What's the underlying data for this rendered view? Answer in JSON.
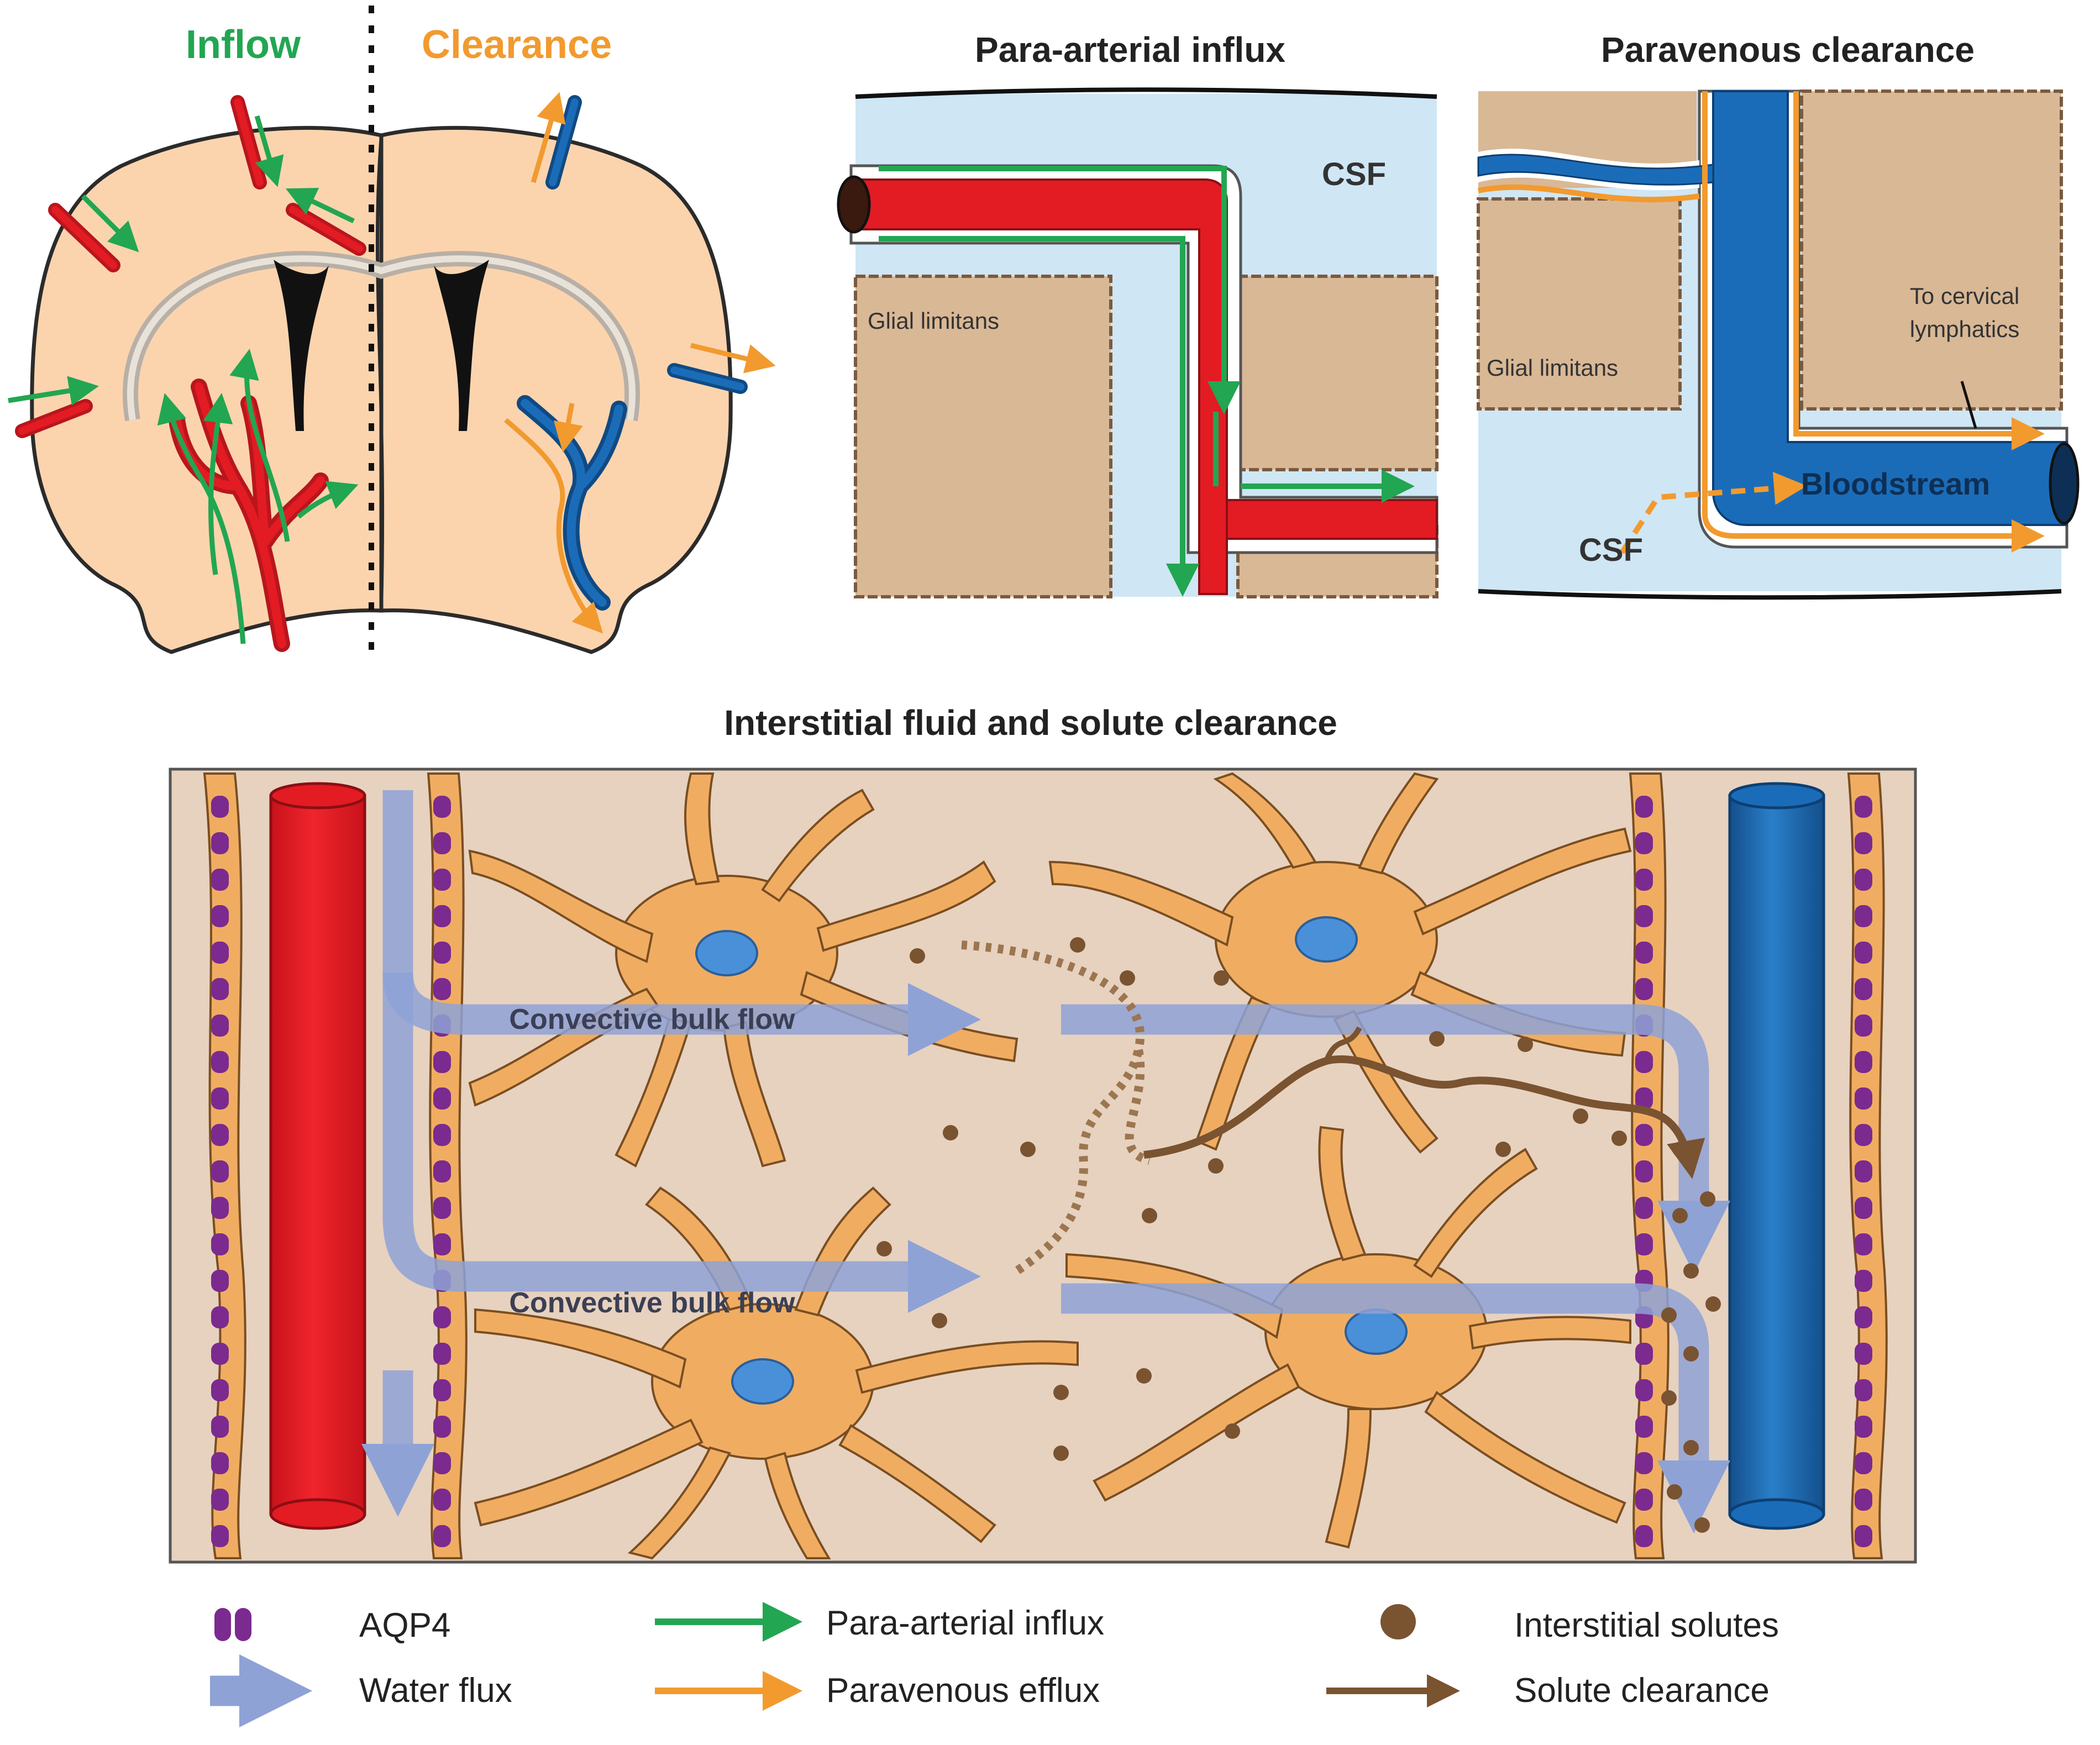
{
  "brain": {
    "inflow_label": "Inflow",
    "clearance_label": "Clearance"
  },
  "influx_panel": {
    "title": "Para-arterial influx",
    "csf_label": "CSF",
    "glial_label": "Glial limitans"
  },
  "clearance_panel": {
    "title": "Paravenous clearance",
    "glial_label": "Glial limitans",
    "lymph_label_line1": "To cervical",
    "lymph_label_line2": "lymphatics",
    "bloodstream_label": "Bloodstream",
    "csf_label": "CSF"
  },
  "interstitial": {
    "title": "Interstitial fluid and solute clearance",
    "flow_label_top": "Convective bulk flow",
    "flow_label_bottom": "Convective bulk flow"
  },
  "legend": {
    "aqp4": "AQP4",
    "water_flux": "Water flux",
    "para_arterial_influx": "Para-arterial influx",
    "paravenous_efflux": "Paravenous efflux",
    "interstitial_solutes": "Interstitial solutes",
    "solute_clearance": "Solute clearance"
  },
  "colors": {
    "artery": "#e31b23",
    "vein": "#1b6cb8",
    "influx": "#22a651",
    "efflux": "#f29a2e",
    "tissue": "#e7d2bf",
    "brain": "#fbd4ae",
    "csf": "#cfe6f5",
    "astrocyte": "#f0ad62",
    "water": "#8ea2d6",
    "aqp4": "#7b2a8f",
    "solute": "#7a5331"
  }
}
